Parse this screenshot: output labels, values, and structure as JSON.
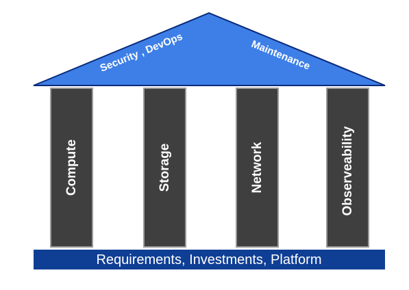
{
  "roof": {
    "left_label": "Security , DevOps",
    "right_label": "Maintenance",
    "fill_color": "#3d7fe6"
  },
  "pillars": [
    {
      "label": "Compute"
    },
    {
      "label": "Storage"
    },
    {
      "label": "Network"
    },
    {
      "label": "Observeability"
    }
  ],
  "pillar_color": "#3f3f3f",
  "base": {
    "label": "Requirements, Investments, Platform",
    "fill_color": "#0f3f95"
  }
}
